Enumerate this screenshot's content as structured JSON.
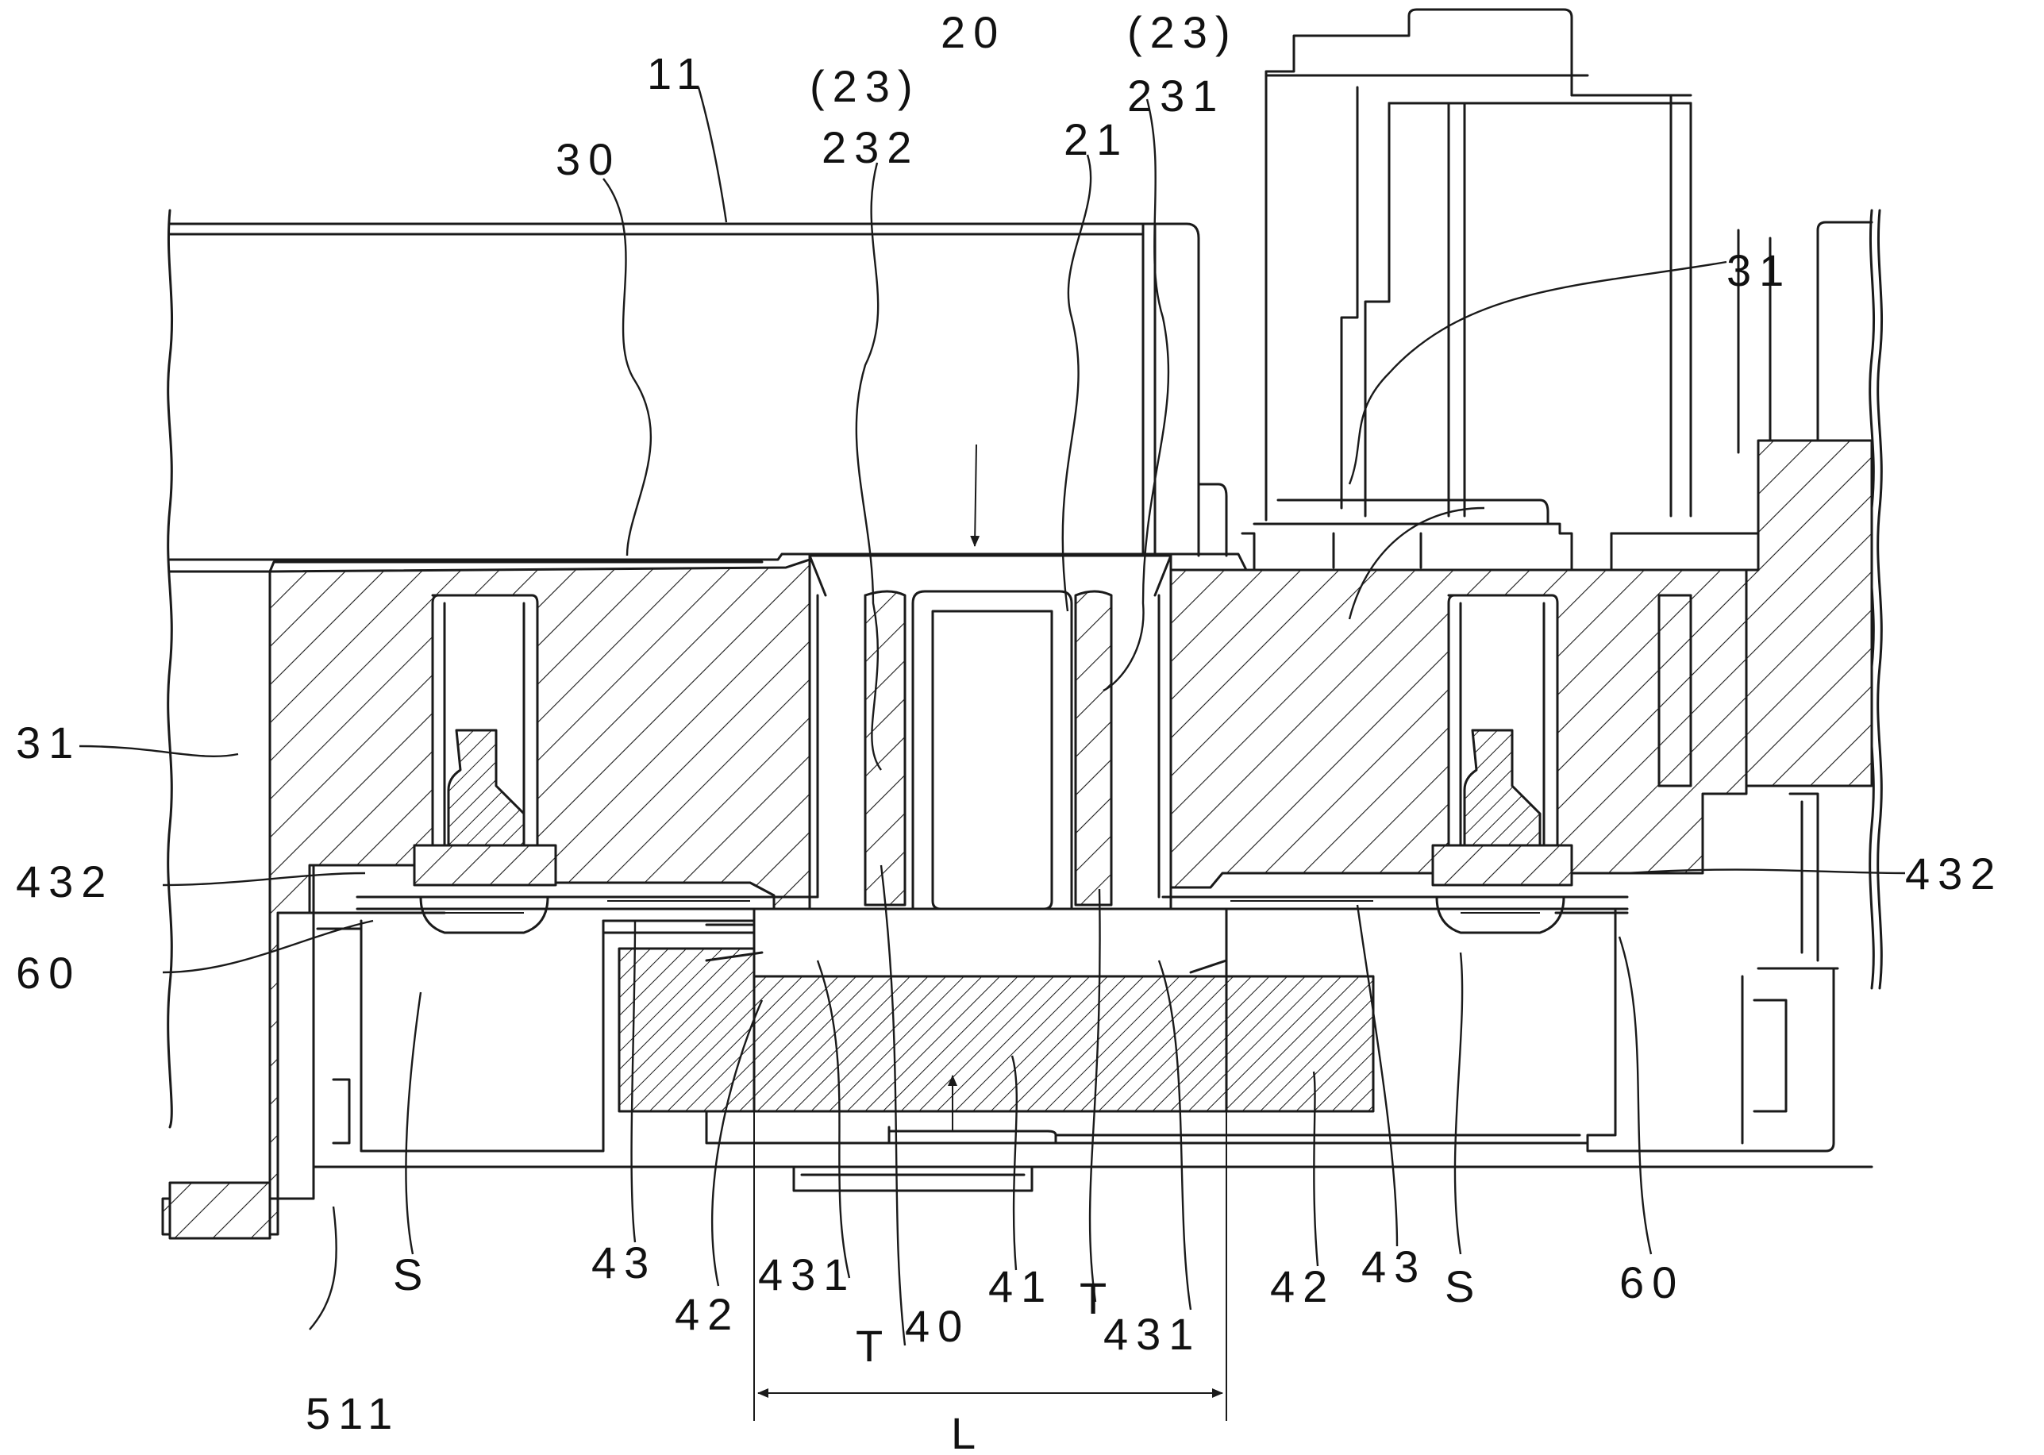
{
  "labels": {
    "l11": "11",
    "l30": "30",
    "l23a": "(23)",
    "l232": "232",
    "l20": "20",
    "l21": "21",
    "l23b": "(23)",
    "l231": "231",
    "l31r": "31",
    "l31l": "31",
    "l432l": "432",
    "l60l": "60",
    "l432r": "432",
    "lSl": "S",
    "l43l": "43",
    "l42l": "42",
    "l431l": "431",
    "lTl": "T",
    "l40": "40",
    "l41": "41",
    "lTr": "T",
    "l431r": "431",
    "l42r": "42",
    "l43r": "43",
    "lSr": "S",
    "l60r": "60",
    "l511": "511",
    "lL": "L"
  }
}
